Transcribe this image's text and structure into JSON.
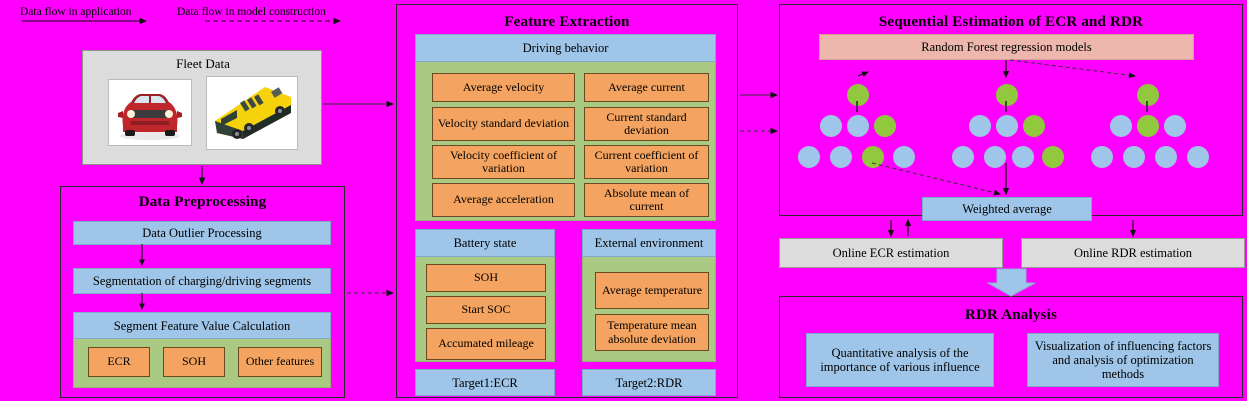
{
  "legend": {
    "application_flow": "Data flow in application",
    "model_flow": "Data flow in model construction"
  },
  "fleet": {
    "title": "Fleet Data",
    "vehicles": [
      "red-car-image",
      "yellow-bus-image"
    ]
  },
  "preprocessing": {
    "title": "Data Preprocessing",
    "steps": [
      "Data Outlier Processing",
      "Segmentation of charging/driving segments",
      "Segment Feature Value Calculation"
    ],
    "features": [
      "ECR",
      "SOH",
      "Other features"
    ]
  },
  "feature_extraction": {
    "title": "Feature Extraction",
    "driving_behavior": {
      "header": "Driving behavior",
      "left_column": [
        "Average velocity",
        "Velocity standard deviation",
        "Velocity coefficient of variation",
        "Average acceleration"
      ],
      "right_column": [
        "Average current",
        "Current standard deviation",
        "Current coefficient of variation",
        "Absolute mean of current"
      ]
    },
    "battery_state": {
      "header": "Battery state",
      "items": [
        "SOH",
        "Start SOC",
        "Accumated mileage"
      ]
    },
    "external_environment": {
      "header": "External environment",
      "items": [
        "Average temperature",
        "Temperature mean absolute deviation"
      ]
    },
    "targets": [
      "Target1:ECR",
      "Target2:RDR"
    ]
  },
  "sequential_estimation": {
    "title": "Sequential Estimation of ECR and RDR",
    "model_box": "Random Forest regression models",
    "weighted_average": "Weighted average",
    "forest": {
      "tree_count": 3,
      "trees": [
        {
          "root": "green",
          "level2": [
            "blue",
            "blue",
            "green"
          ],
          "level3": [
            "blue",
            "blue",
            "green",
            "blue"
          ]
        },
        {
          "root": "green",
          "level2": [
            "blue",
            "blue",
            "green"
          ],
          "level3": [
            "blue",
            "blue",
            "blue",
            "green"
          ]
        },
        {
          "root": "green",
          "level2": [
            "blue",
            "green",
            "blue"
          ],
          "level3": [
            "blue",
            "blue",
            "blue",
            "blue"
          ]
        }
      ],
      "colors": {
        "leaf_blue": "#9fc5e8",
        "leaf_green": "#92c83e"
      }
    }
  },
  "online": {
    "ecr": "Online ECR estimation",
    "rdr": "Online RDR estimation"
  },
  "rdr_analysis": {
    "title": "RDR Analysis",
    "items": [
      "Quantitative analysis of the importance of various influence",
      "Visualization of influencing factors and analysis of optimization methods"
    ]
  },
  "colors": {
    "background": "#ff00ff",
    "blue": "#9fc5e8",
    "green": "#aac983",
    "orange": "#f4a460",
    "gray": "#dcdcdc",
    "pink": "#edb7ae",
    "node_green": "#92c83e"
  }
}
